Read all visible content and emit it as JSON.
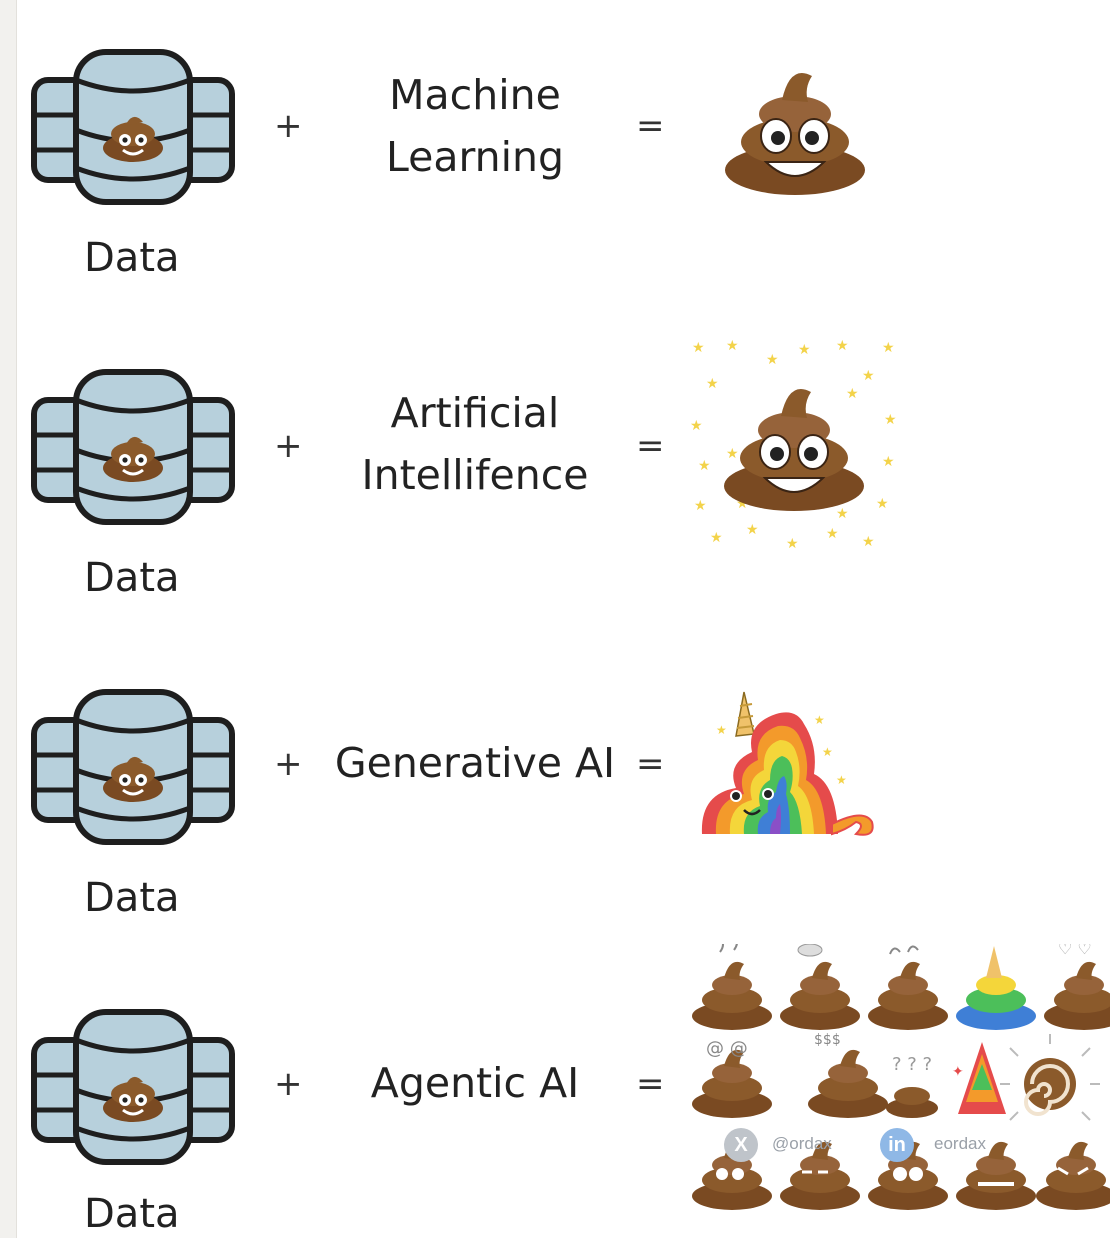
{
  "rows": [
    {
      "data_label": "Data",
      "plus": "+",
      "term_line1": "Machine",
      "term_line2": "Learning",
      "equals": "=",
      "result_icon": "poop-emoji-icon"
    },
    {
      "data_label": "Data",
      "plus": "+",
      "term_line1": "Artificial",
      "term_line2": "Intellifence",
      "equals": "=",
      "result_icon": "sparkly-poop-icon"
    },
    {
      "data_label": "Data",
      "plus": "+",
      "term_line1": "Generative AI",
      "term_line2": "",
      "equals": "=",
      "result_icon": "rainbow-unicorn-poop-icon"
    },
    {
      "data_label": "Data",
      "plus": "+",
      "term_line1": "Agentic AI",
      "term_line2": "",
      "equals": "=",
      "result_icon": "poop-grid-icon"
    }
  ],
  "watermark": {
    "x_handle": "@ordax",
    "linkedin_handle": "eordax",
    "x_badge": "X",
    "linkedin_badge": "in"
  },
  "colors": {
    "db_fill": "#b7d0dc",
    "db_outline": "#1e1e1e",
    "poop_brown": "#8b5a2b",
    "star_yellow": "#f3d34a"
  }
}
